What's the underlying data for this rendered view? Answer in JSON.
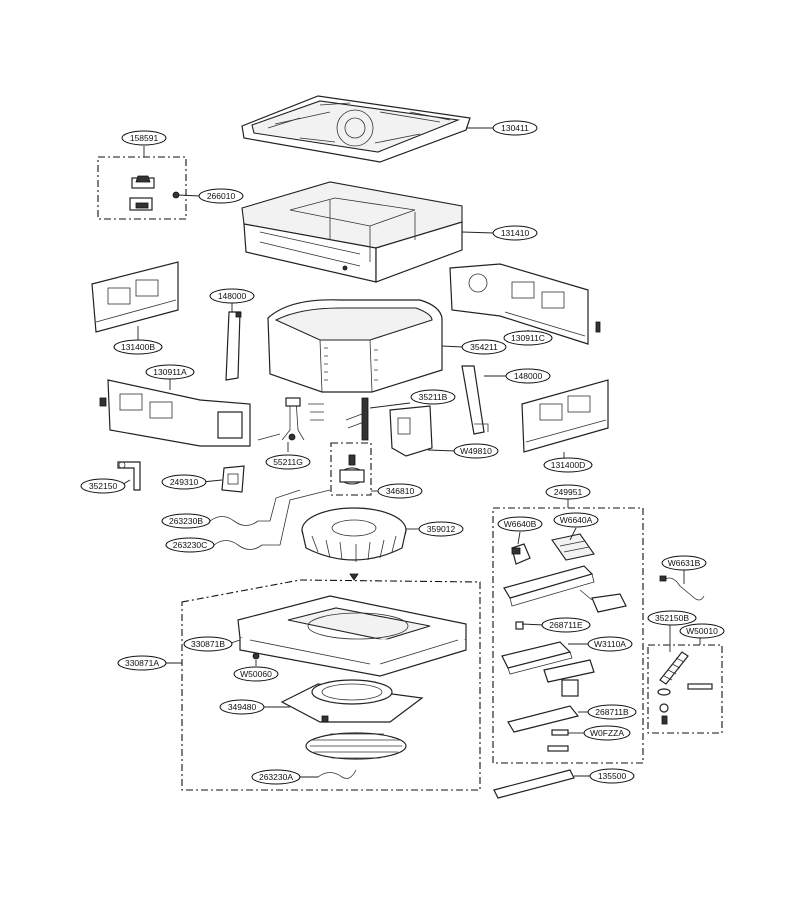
{
  "callouts": [
    {
      "id": "130411",
      "label": "130411"
    },
    {
      "id": "158591",
      "label": "158591"
    },
    {
      "id": "266010",
      "label": "266010"
    },
    {
      "id": "131410",
      "label": "131410"
    },
    {
      "id": "131400B",
      "label": "131400B"
    },
    {
      "id": "148000a",
      "label": "148000"
    },
    {
      "id": "130911C",
      "label": "130911C"
    },
    {
      "id": "354211",
      "label": "354211"
    },
    {
      "id": "130911A",
      "label": "130911A"
    },
    {
      "id": "148000b",
      "label": "148000"
    },
    {
      "id": "35211B",
      "label": "35211B"
    },
    {
      "id": "W49810",
      "label": "W49810"
    },
    {
      "id": "55211G",
      "label": "55211G"
    },
    {
      "id": "131400D",
      "label": "131400D"
    },
    {
      "id": "352150",
      "label": "352150"
    },
    {
      "id": "249310",
      "label": "249310"
    },
    {
      "id": "346810",
      "label": "346810"
    },
    {
      "id": "249951",
      "label": "249951"
    },
    {
      "id": "263230B",
      "label": "263230B"
    },
    {
      "id": "359012",
      "label": "359012"
    },
    {
      "id": "W6640B",
      "label": "W6640B"
    },
    {
      "id": "W6640A",
      "label": "W6640A"
    },
    {
      "id": "263230C",
      "label": "263230C"
    },
    {
      "id": "W6631B",
      "label": "W6631B"
    },
    {
      "id": "352150B",
      "label": "352150B"
    },
    {
      "id": "W50010",
      "label": "W50010"
    },
    {
      "id": "268711E",
      "label": "268711E"
    },
    {
      "id": "330871B",
      "label": "330871B"
    },
    {
      "id": "W3110A",
      "label": "W3110A"
    },
    {
      "id": "330871A",
      "label": "330871A"
    },
    {
      "id": "W50060",
      "label": "W50060"
    },
    {
      "id": "349480",
      "label": "349480"
    },
    {
      "id": "268711B",
      "label": "268711B"
    },
    {
      "id": "W0FZZA",
      "label": "W0FZZA"
    },
    {
      "id": "263230A",
      "label": "263230A"
    },
    {
      "id": "135500",
      "label": "135500"
    }
  ]
}
